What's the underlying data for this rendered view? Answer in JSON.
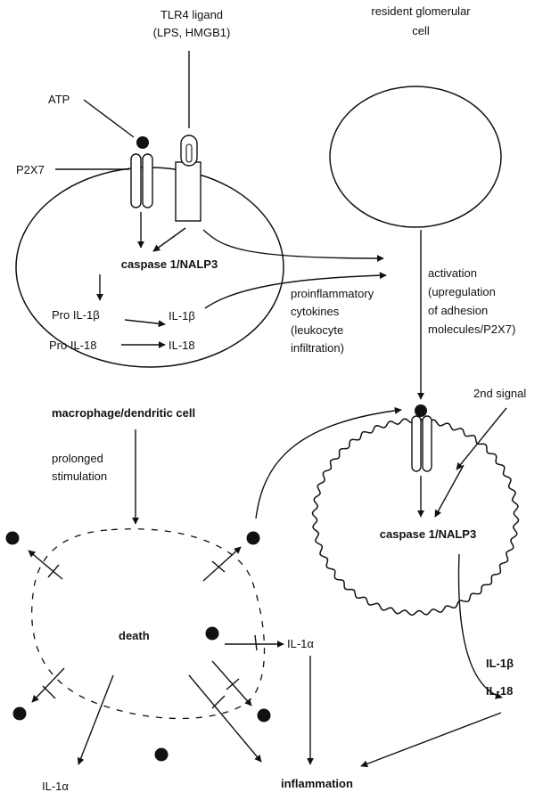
{
  "labels": {
    "tlr4_ligand": "TLR4 ligand",
    "tlr4_examples": "(LPS, HMGB1)",
    "resident_cell_line1": "resident glomerular",
    "resident_cell_line2": "cell",
    "atp": "ATP",
    "p2x7": "P2X7",
    "caspase_macrophage": "caspase 1/NALP3",
    "pro_il1b": "Pro IL-1β",
    "il1b_macrophage": "IL-1β",
    "pro_il18": "Pro IL-18",
    "il18_macrophage": "IL-18",
    "proinflammatory_lines": [
      "proinflammatory",
      "cytokines",
      "(leukocyte",
      "infiltration)"
    ],
    "activation_lines": [
      "activation",
      "(upregulation",
      "of adhesion",
      "molecules/P2X7)"
    ],
    "macrophage_dendritic": "macrophage/dendritic cell",
    "prolonged_lines": [
      "prolonged",
      "stimulation"
    ],
    "second_signal": "2nd signal",
    "caspase_resident": "caspase 1/NALP3",
    "death": "death",
    "il1a_center": "IL-1α",
    "il1b_resident": "IL-1β",
    "il18_resident": "IL-18",
    "il1a_bottom": "IL-1α",
    "inflammation": "inflammation"
  }
}
